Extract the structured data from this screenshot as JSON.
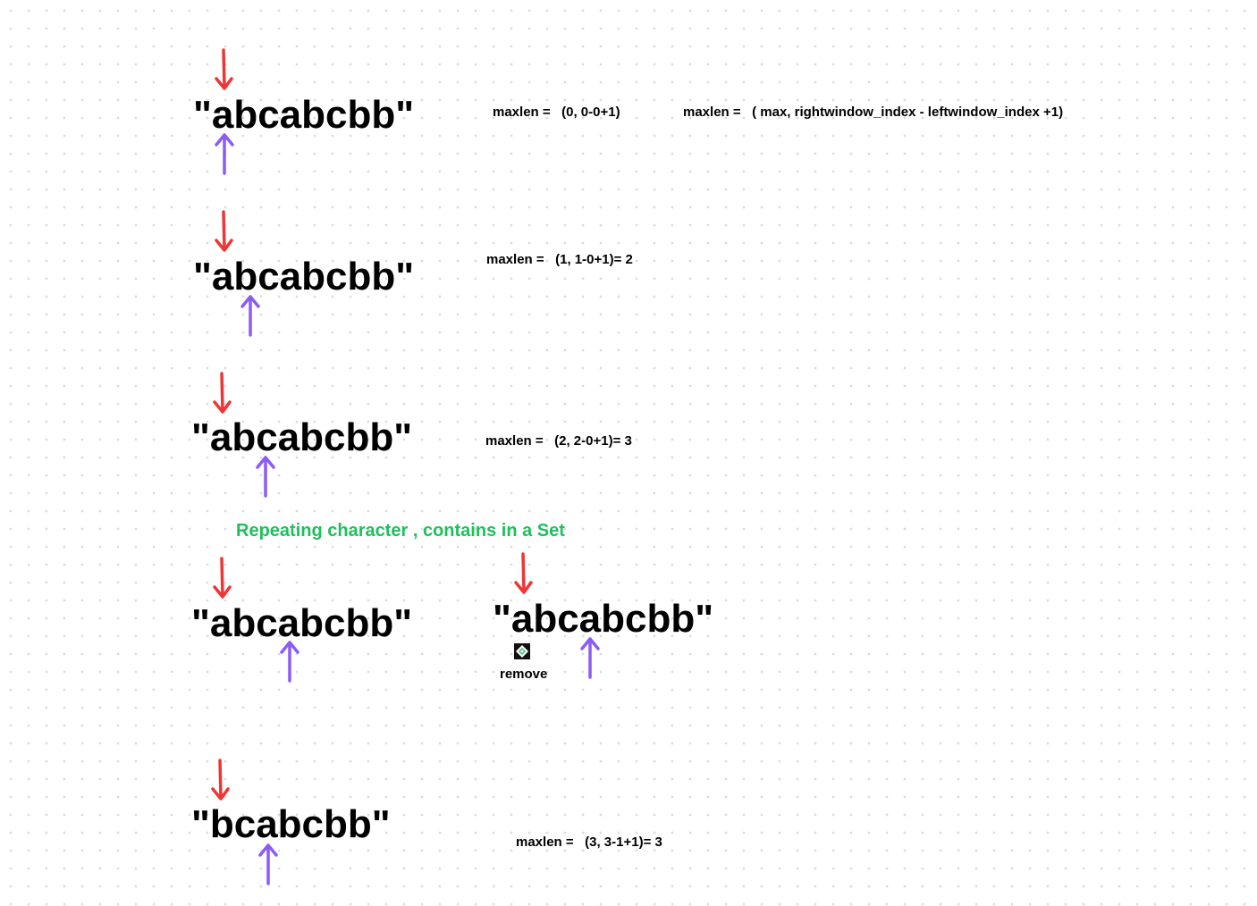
{
  "colors": {
    "left_pointer": "#ef3535",
    "right_pointer": "#8b5cf6",
    "note": "#1fbf5c",
    "text": "#000000"
  },
  "steps": [
    {
      "string": "\"abcabcbb\"",
      "formula": "maxlen =   (0, 0-0+1)"
    },
    {
      "string": "\"abcabcbb\"",
      "formula": "maxlen =   (1, 1-0+1)= 2"
    },
    {
      "string": "\"abcabcbb\"",
      "formula": "maxlen =   (2, 2-0+1)= 3"
    },
    {
      "string": "\"abcabcbb\""
    },
    {
      "string": "\"abcabcbb\""
    },
    {
      "string": "\"bcabcbb\"",
      "formula": "maxlen =   (3, 3-1+1)= 3"
    }
  ],
  "general_formula": "maxlen =   ( max, rightwindow_index - leftwindow_index +1)",
  "note": "Repeating character , contains in a Set",
  "remove_label": "remove",
  "icons": {
    "left_pointer": "red-down-arrow-icon",
    "right_pointer": "purple-up-arrow-icon",
    "remove": "remove-diamond-icon"
  }
}
